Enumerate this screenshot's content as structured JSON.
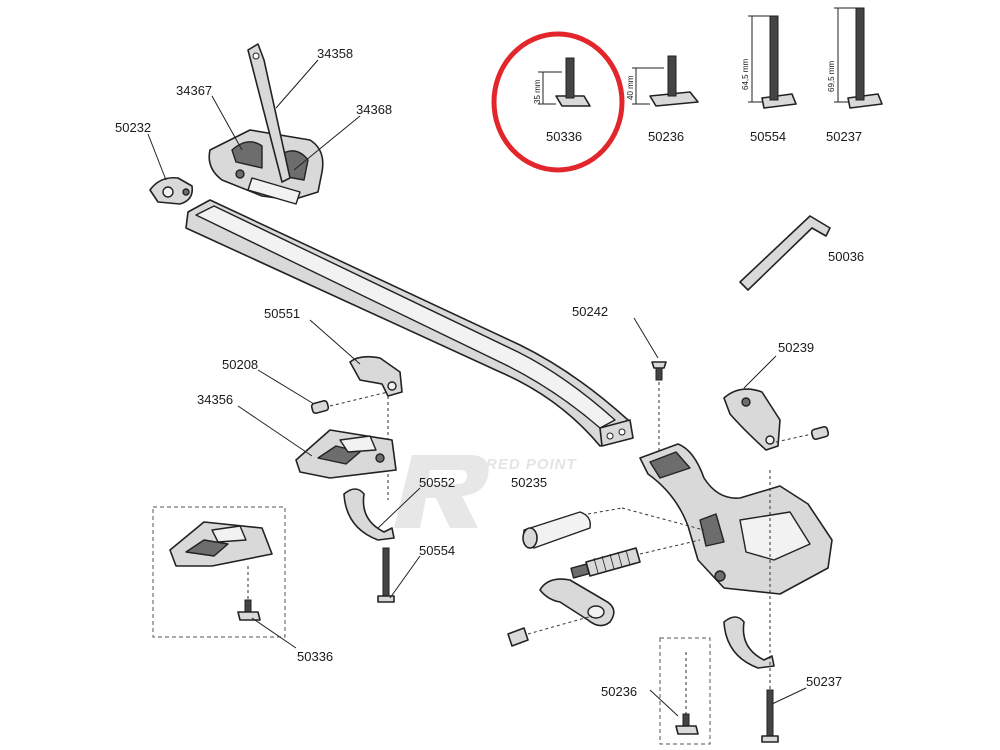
{
  "diagram": {
    "labels": {
      "p34358": "34358",
      "p34367": "34367",
      "p34368": "34368",
      "p50232": "50232",
      "p50336_top": "50336",
      "p50236_top": "50236",
      "p50554_top": "50554",
      "p50237_top": "50237",
      "p50036": "50036",
      "p50242": "50242",
      "p50239": "50239",
      "p50551": "50551",
      "p50208": "50208",
      "p34356": "34356",
      "p50552": "50552",
      "p50235": "50235",
      "p50554": "50554",
      "p50336": "50336",
      "p50236": "50236",
      "p50237": "50237"
    },
    "dimensions": {
      "d35": "35 mm",
      "d40": "40 mm",
      "d645": "64,5 mm",
      "d695": "69,5 mm"
    },
    "watermark": {
      "logo": "RED POINT"
    },
    "highlight_color": "#e3262b"
  }
}
